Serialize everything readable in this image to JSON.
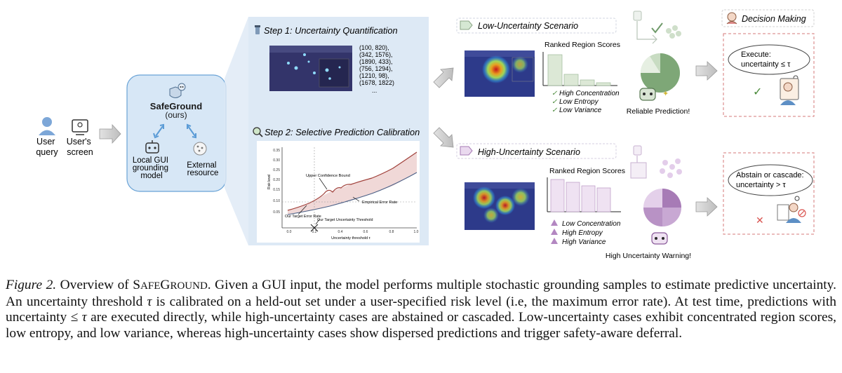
{
  "input": {
    "user_query_label": "User\nquery",
    "screen_label": "User's\nscreen"
  },
  "safeground": {
    "title": "SafeGround",
    "subtitle": "(ours)",
    "local_model_label": "Local GUI\ngrounding\nmodel",
    "external_label": "External\nresource"
  },
  "step1": {
    "title": "Step 1: Uncertainty Quantification",
    "coords": [
      "(100, 820),",
      "(342, 1576),",
      "(1890, 433),",
      "(756, 1294),",
      "(1210, 98),",
      "(1678, 1822)",
      "..."
    ]
  },
  "step2": {
    "title": "Step 2: Selective Prediction Calibration",
    "chart": {
      "ylabel": "Risk level",
      "xlabel": "Uncertainty threshold τ",
      "y_ticks": [
        "0.35",
        "0.30",
        "0.25",
        "0.20",
        "0.15",
        "0.10",
        "0.05"
      ],
      "x_ticks": [
        "0.0",
        "0.2",
        "0.4",
        "0.6",
        "0.8",
        "1.0"
      ],
      "ucb_label": "Upper Confidence Bound",
      "empirical_label": "Empirical Error Rate",
      "target_error_label": "Our Target Error Rate",
      "target_threshold_label": "Our Target Uncertainty Threshold"
    }
  },
  "low": {
    "title": "Low-Uncertainty Scenario",
    "ranked_label": "Ranked Region Scores",
    "checks": [
      "High Concentration",
      "Low Entropy",
      "Low Variance"
    ],
    "result": "Reliable Prediction!"
  },
  "high": {
    "title": "High-Uncertainty Scenario",
    "ranked_label": "Ranked Region Scores",
    "warnings": [
      "Low Concentration",
      "High Entropy",
      "High Variance"
    ],
    "result": "High Uncertainty Warning!"
  },
  "decision": {
    "title": "Decision Making",
    "execute_line1": "Execute:",
    "execute_line2": "uncertainty ≤ τ",
    "abstain_line1": "Abstain or cascade:",
    "abstain_line2": "uncertainty > τ"
  },
  "caption": {
    "fig_label": "Figure 2.",
    "lead": "Overview of",
    "name_s": "S",
    "name_afe": "AFE",
    "name_g": "G",
    "name_round": "ROUND",
    "body1": ". Given a GUI input, the model performs multiple stochastic grounding samples to estimate predictive uncertainty. An uncertainty threshold",
    "tau": "τ",
    "body2": "is calibrated on a held-out set under a user-specified risk level (i.e, the maximum error rate). At test time, predictions with uncertainty ≤",
    "tau2": "τ",
    "body3": "are executed directly, while high-uncertainty cases are abstained or cascaded. Low-uncertainty cases exhibit concentrated region scores, low entropy, and low variance, whereas high-uncertainty cases show dispersed predictions and trigger safety-aware deferral."
  },
  "colors": {
    "panel_blue": "#dde9f5",
    "safeground_box": "#d7e7f6",
    "low_green": "#6f9a6a",
    "high_purple": "#a77bb6",
    "ucb_red": "#a0403a"
  }
}
